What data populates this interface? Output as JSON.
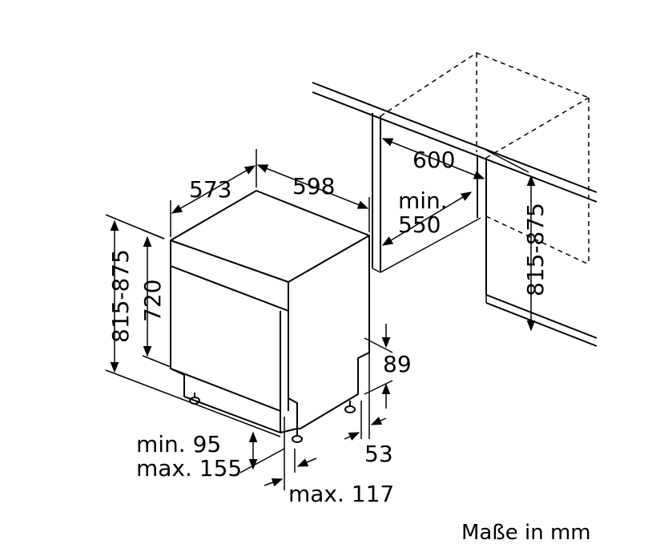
{
  "dimensions": {
    "depth": "573",
    "width": "598",
    "niche_depth": "600",
    "min_label": "min.",
    "min_value": "550",
    "height_range_left": "815-875",
    "body_height": "720",
    "height_range_right": "815-875",
    "plinth_height": "89",
    "plinth_setback": "53",
    "plinth_min": "min. 95",
    "plinth_max": "max. 155",
    "foot_max": "max. 117"
  },
  "footer": {
    "units": "Maße in mm"
  },
  "colors": {
    "line": "#000000",
    "background": "#ffffff"
  }
}
